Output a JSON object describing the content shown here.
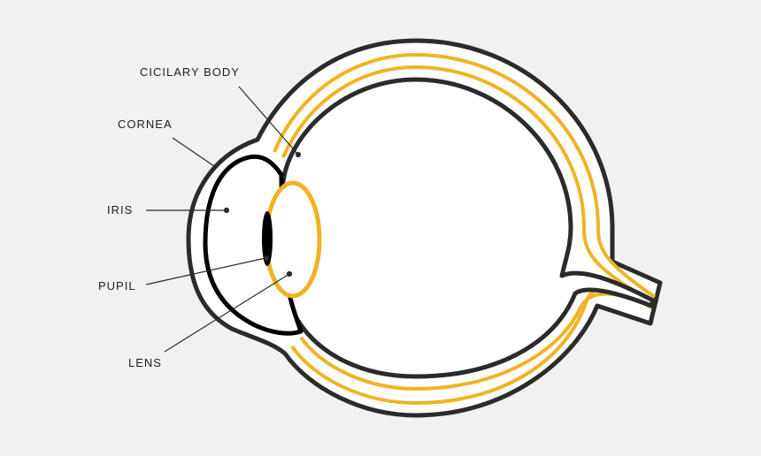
{
  "colors": {
    "background": "#f1f1f1",
    "outline": "#2b2b2b",
    "accent_yellow": "#f0b323",
    "white": "#ffffff",
    "pupil": "#000000"
  },
  "labels": {
    "ciliary_body": "CICILARY BODY",
    "cornea": "CORNEA",
    "iris": "IRIS",
    "pupil": "PUPIL",
    "lens": "LENS"
  }
}
